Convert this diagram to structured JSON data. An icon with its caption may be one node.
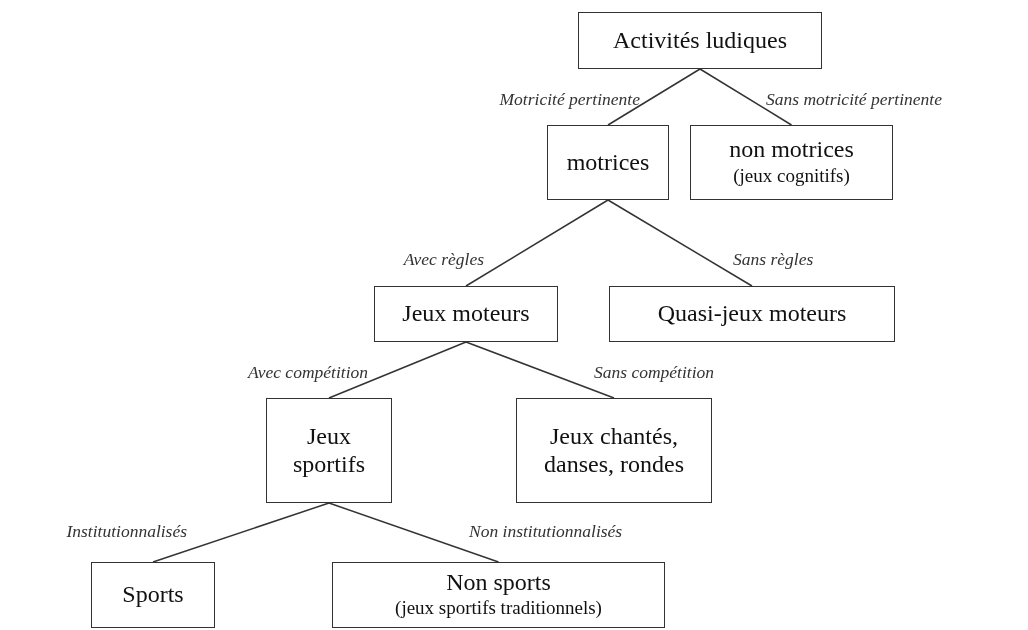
{
  "diagram": {
    "nodes": [
      {
        "text": [
          "Activités ludiques"
        ]
      },
      {
        "text": [
          "motrices"
        ]
      },
      {
        "text": [
          "non motrices",
          "(jeux cognitifs)"
        ]
      },
      {
        "text": [
          "Jeux moteurs"
        ]
      },
      {
        "text": [
          "Quasi-jeux moteurs"
        ]
      },
      {
        "text": [
          "Jeux sportifs"
        ]
      },
      {
        "text": [
          "Jeux chantés, danses, rondes"
        ]
      },
      {
        "text": [
          "Sports"
        ]
      },
      {
        "text": [
          "Non sports",
          "(jeux sportifs traditionnels)"
        ]
      }
    ],
    "edges": [
      {
        "from": 0,
        "to": 1,
        "arrow": "none",
        "label": "Motricité pertinente"
      },
      {
        "from": 0,
        "to": 2,
        "arrow": "none",
        "label": "Sans motricité pertinente"
      },
      {
        "from": 1,
        "to": 3,
        "arrow": "none",
        "label": "Avec règles"
      },
      {
        "from": 1,
        "to": 4,
        "arrow": "none",
        "label": "Sans règles"
      },
      {
        "from": 3,
        "to": 5,
        "arrow": "none",
        "label": "Avec compétition"
      },
      {
        "from": 3,
        "to": 6,
        "arrow": "none",
        "label": "Sans compétition"
      },
      {
        "from": 5,
        "to": 7,
        "arrow": "none",
        "label": "Institutionnalisés"
      },
      {
        "from": 5,
        "to": 8,
        "arrow": "none",
        "label": "Non institutionnalisés"
      }
    ]
  }
}
